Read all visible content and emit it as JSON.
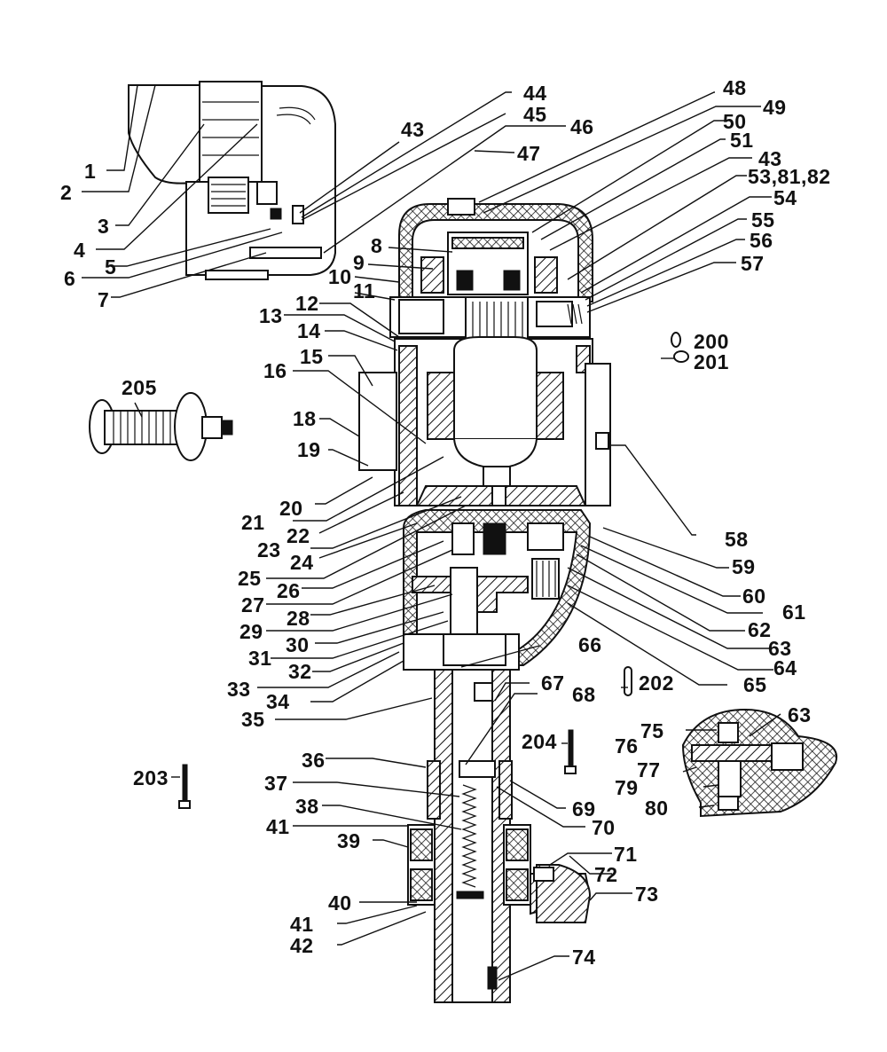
{
  "diagram": {
    "type": "exploded-parts-diagram",
    "subject": "power tool (motor, gear head, spindle and column assembly)",
    "ink_color": "#111111",
    "background_color": "#ffffff",
    "labels": {
      "p1": "1",
      "p2": "2",
      "p3": "3",
      "p4": "4",
      "p5": "5",
      "p6": "6",
      "p7": "7",
      "p8": "8",
      "p9": "9",
      "p10": "10",
      "p11": "11",
      "p12": "12",
      "p13": "13",
      "p14": "14",
      "p15": "15",
      "p16": "16",
      "p18": "18",
      "p19": "19",
      "p20": "20",
      "p21": "21",
      "p22": "22",
      "p23": "23",
      "p24": "24",
      "p25": "25",
      "p26": "26",
      "p27": "27",
      "p28": "28",
      "p29": "29",
      "p30": "30",
      "p31": "31",
      "p32": "32",
      "p33": "33",
      "p34": "34",
      "p35": "35",
      "p36": "36",
      "p37": "37",
      "p38": "38",
      "p39": "39",
      "p40": "40",
      "p41a": "41",
      "p41b": "41",
      "p42": "42",
      "p43a": "43",
      "p43b": "43",
      "p44": "44",
      "p45": "45",
      "p46": "46",
      "p47": "47",
      "p48": "48",
      "p49": "49",
      "p50": "50",
      "p51": "51",
      "p53": "53,81,82",
      "p54": "54",
      "p55": "55",
      "p56": "56",
      "p57": "57",
      "p58": "58",
      "p59": "59",
      "p60": "60",
      "p61": "61",
      "p62": "62",
      "p63a": "63",
      "p63b": "63",
      "p64": "64",
      "p65": "65",
      "p66": "66",
      "p67": "67",
      "p68": "68",
      "p69": "69",
      "p70": "70",
      "p71": "71",
      "p72": "72",
      "p73": "73",
      "p74": "74",
      "p75": "75",
      "p76": "76",
      "p77": "77",
      "p79": "79",
      "p80": "80",
      "p200": "200",
      "p201": "201",
      "p202": "202",
      "p203": "203",
      "p204": "204",
      "p205": "205"
    }
  }
}
